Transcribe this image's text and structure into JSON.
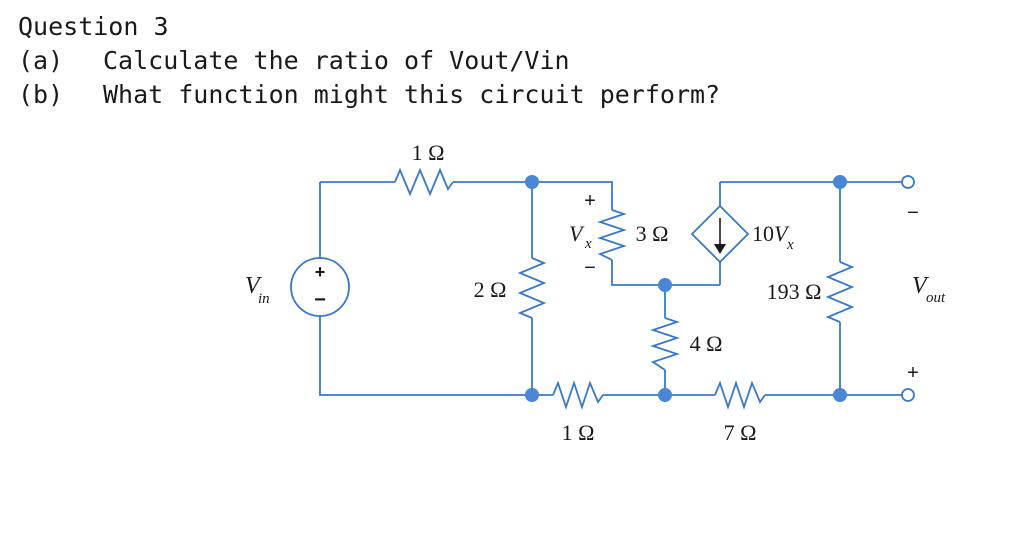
{
  "question": {
    "title": "Question 3",
    "parts": [
      {
        "label": "(a)",
        "text": "Calculate the ratio of Vout/Vin"
      },
      {
        "label": "(b)",
        "text": "What function might this circuit perform?"
      }
    ]
  },
  "circuit": {
    "labels": {
      "r_top": "1 Ω",
      "r_left": "2 Ω",
      "r_mid": "3 Ω",
      "r_center": "4 Ω",
      "r_bottom_left": "1 Ω",
      "r_bottom_right": "7 Ω",
      "r_right": "193 Ω",
      "dep_source": "10",
      "dep_var_main": "V",
      "dep_var_sub": "x",
      "vx_main": "V",
      "vx_sub": "x",
      "vin_main": "V",
      "vin_sub": "in",
      "vout_main": "V",
      "vout_sub": "out",
      "plus": "+",
      "minus": "−"
    },
    "colors": {
      "wire": "#3a78c8",
      "node": "#4a86d4",
      "text": "#1a1a1a"
    }
  }
}
